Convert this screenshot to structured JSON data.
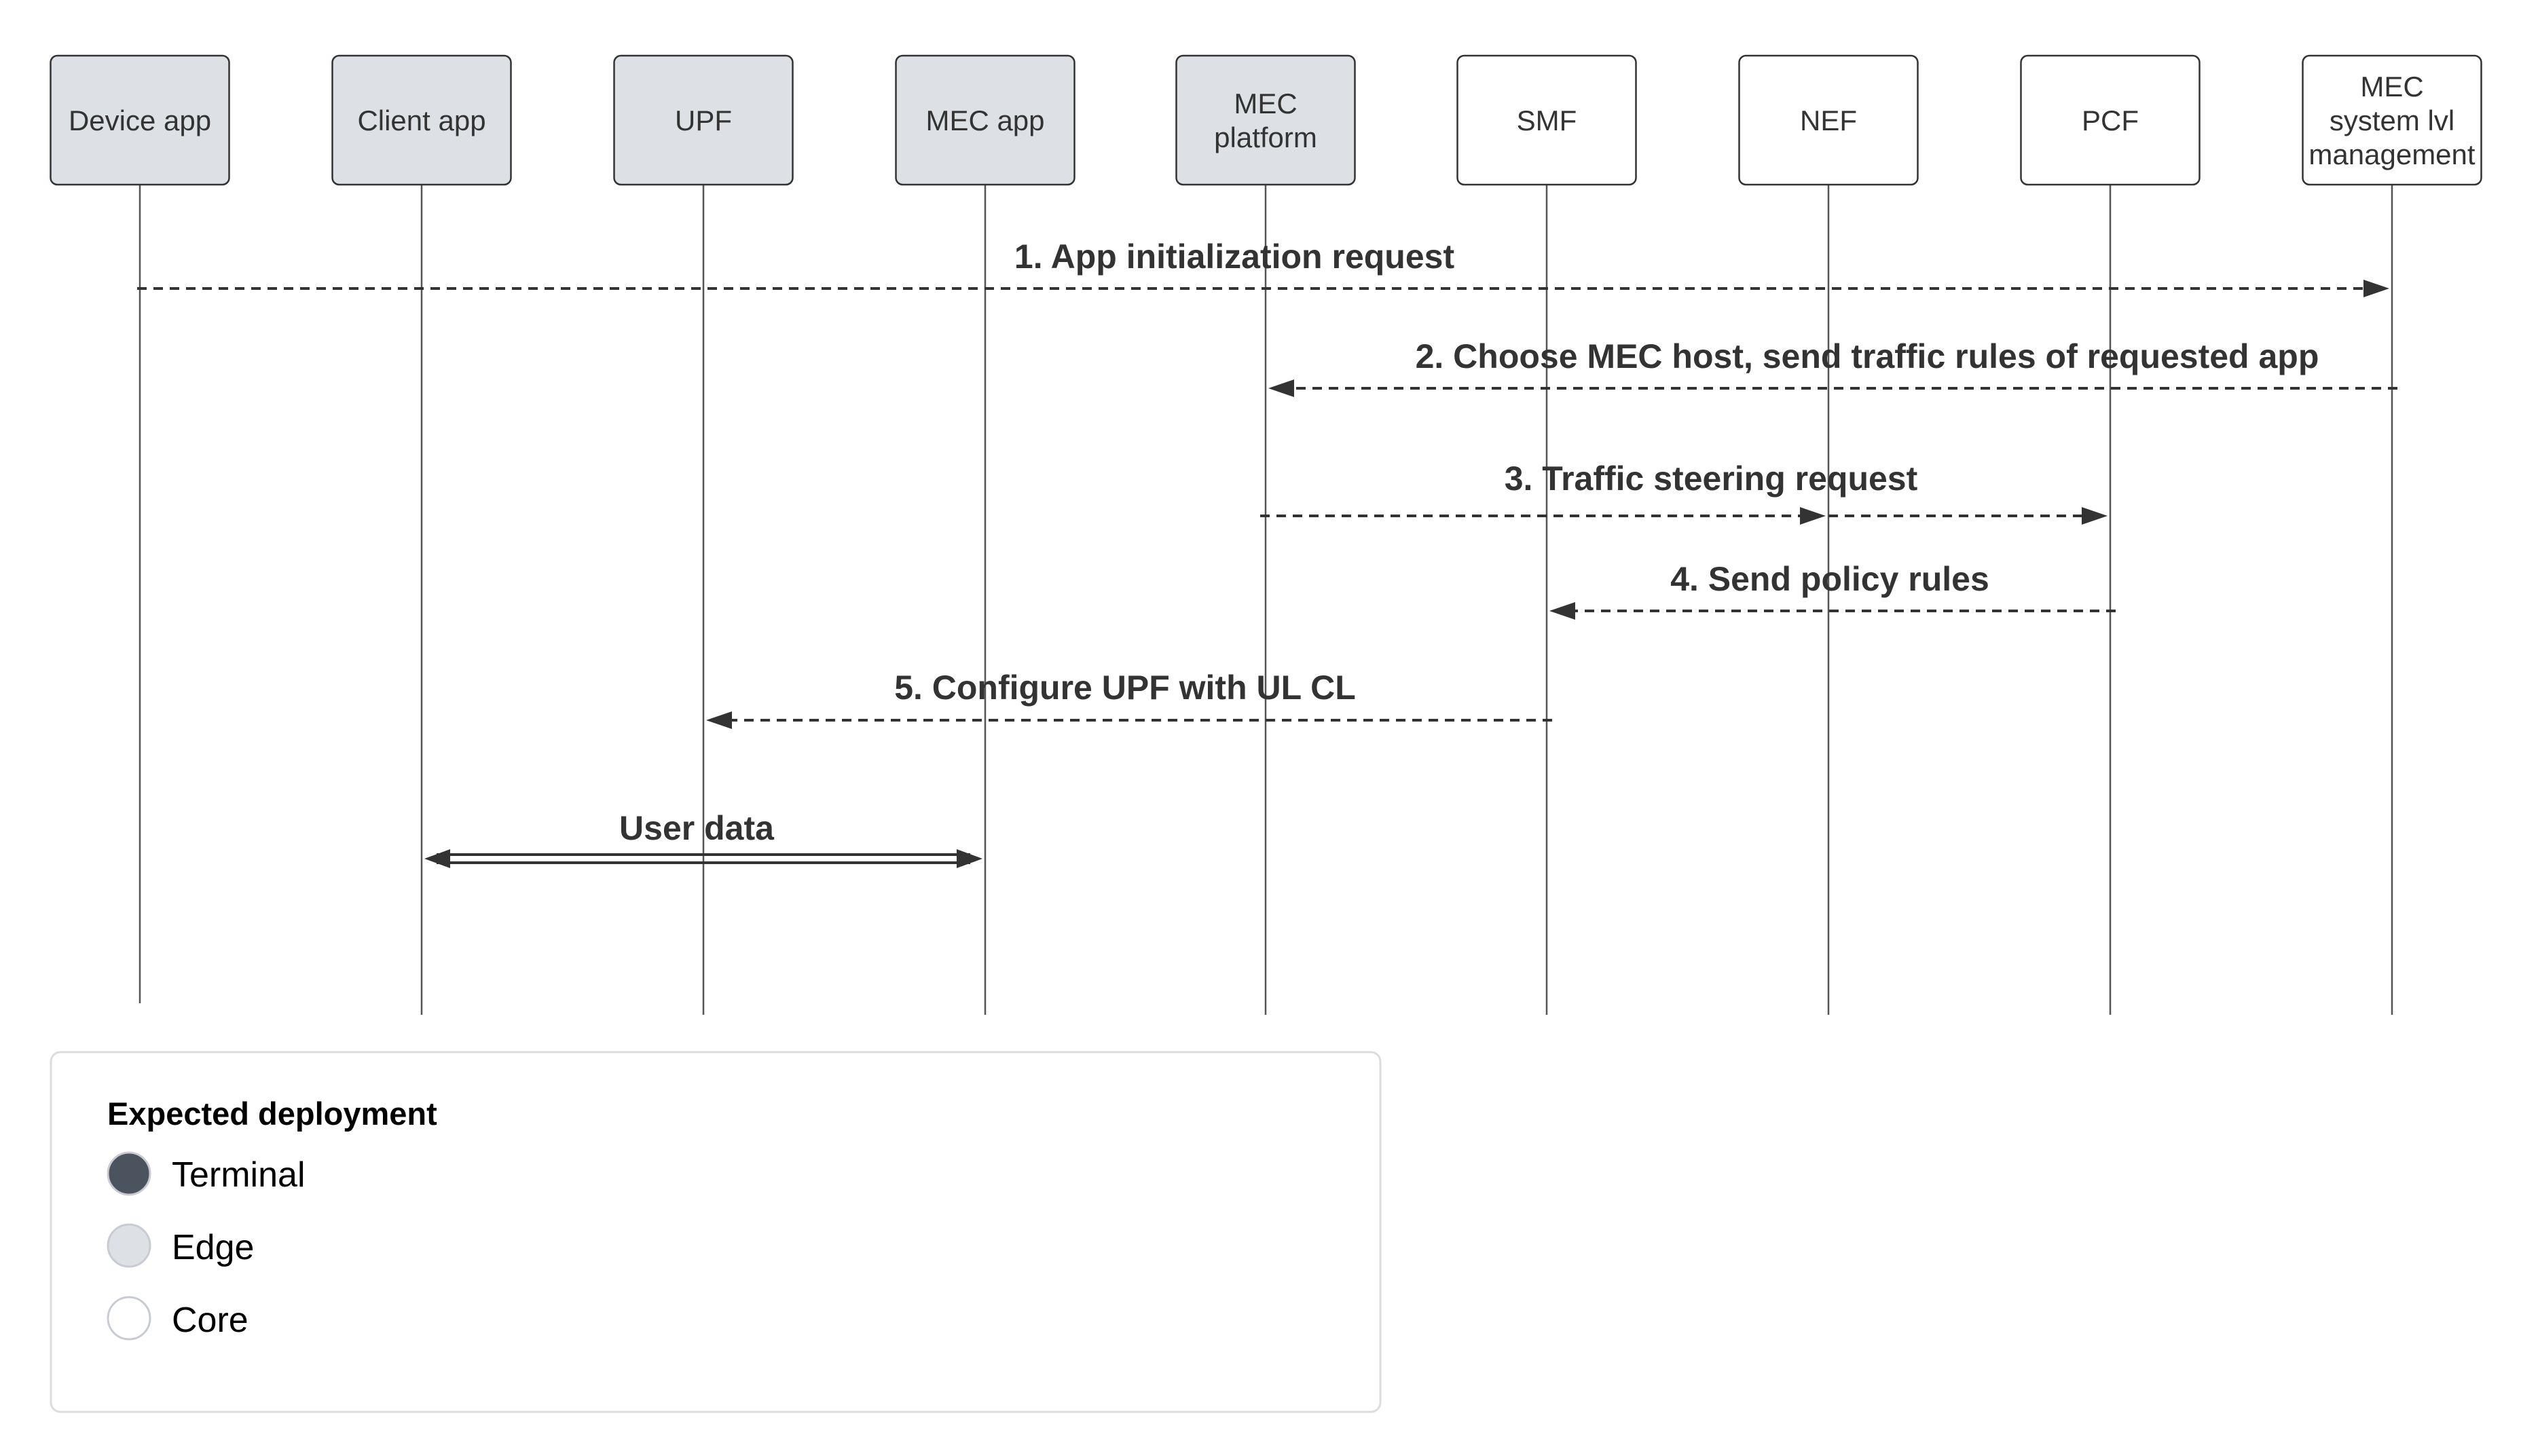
{
  "colors": {
    "terminal": "#4b535f",
    "edge": "#dde0e5",
    "core": "#ffffff",
    "line": "#333333",
    "box_border": "#333333"
  },
  "participants": [
    {
      "label": "Device app",
      "deployment": "edge"
    },
    {
      "label": "Client app",
      "deployment": "edge"
    },
    {
      "label": "UPF",
      "deployment": "edge"
    },
    {
      "label": "MEC app",
      "deployment": "edge"
    },
    {
      "label": "MEC\nplatform",
      "deployment": "edge"
    },
    {
      "label": "SMF",
      "deployment": "core"
    },
    {
      "label": "NEF",
      "deployment": "core"
    },
    {
      "label": "PCF",
      "deployment": "core"
    },
    {
      "label": "MEC\nsystem lvl\nmanagement",
      "deployment": "core"
    }
  ],
  "messages": [
    {
      "label": "1. App initialization request",
      "from": 0,
      "to": 8,
      "style": "dashed"
    },
    {
      "label": "2. Choose MEC host, send traffic rules of requested app",
      "from": 8,
      "to": 4,
      "style": "dashed"
    },
    {
      "label": "3. Traffic steering request",
      "from": 4,
      "to": 7,
      "via": 6,
      "style": "dashed"
    },
    {
      "label": "4. Send policy rules",
      "from": 7,
      "to": 5,
      "style": "dashed"
    },
    {
      "label": "5. Configure UPF with UL CL",
      "from": 5,
      "to": 2,
      "style": "dashed"
    },
    {
      "label": "User data",
      "from": 1,
      "to": 3,
      "style": "double-bidirectional"
    }
  ],
  "legend": {
    "title": "Expected deployment",
    "items": [
      {
        "label": "Terminal",
        "key": "terminal"
      },
      {
        "label": "Edge",
        "key": "edge"
      },
      {
        "label": "Core",
        "key": "core"
      }
    ]
  }
}
